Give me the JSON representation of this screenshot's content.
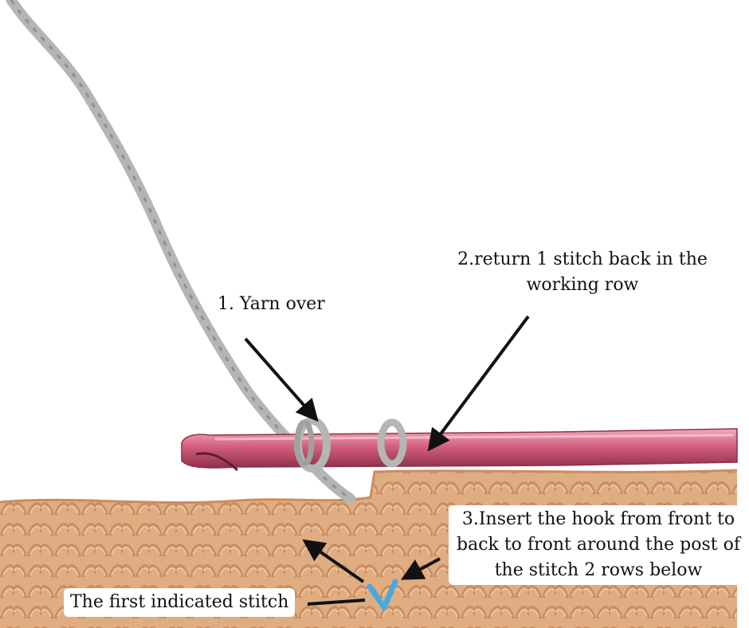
{
  "annotations": {
    "step1": "1. Yarn over",
    "step2_line1": "2.return 1 stitch back in the",
    "step2_line2": "working row",
    "step3_line1": "3.Insert the hook from front to",
    "step3_line2": "back to front around the post of",
    "step3_line3": "the stitch 2 rows below",
    "first_stitch": "The first indicated stitch"
  },
  "colors": {
    "background": "#ffffff",
    "fabric": "#e0ad82",
    "fabric_shadow": "#c98d62",
    "yarn": "#b4b6b5",
    "hook": "#d4607e",
    "hook_highlight": "#f2aabc",
    "stitch_marker": "#4aa8e0",
    "arrow": "#111111"
  }
}
